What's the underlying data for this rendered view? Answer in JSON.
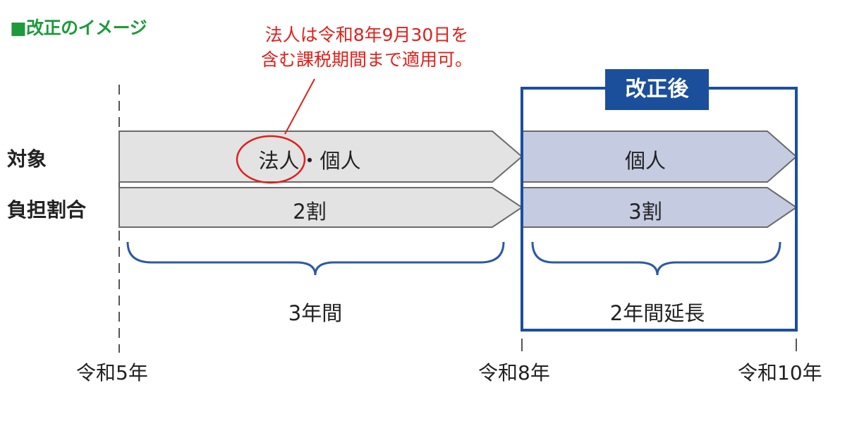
{
  "title": "■改正のイメージ",
  "callout": {
    "line1": "法人は令和8年9月30日を",
    "line2": "含む課税期間まで適用可。"
  },
  "after_label": "改正後",
  "rows": {
    "target_label": "対象",
    "ratio_label": "負担割合"
  },
  "bars": {
    "before_target_highlight": "法人",
    "before_target_rest": "・個人",
    "before_ratio": "2割",
    "after_target": "個人",
    "after_ratio": "3割"
  },
  "brackets": {
    "before": "3年間",
    "after": "2年間延長"
  },
  "axis": {
    "start": "令和5年",
    "middle": "令和8年",
    "end": "令和10年"
  },
  "colors": {
    "title_green": "#1e9a3c",
    "callout_red": "#e0201b",
    "after_blue": "#1b4f9c",
    "before_bar_fill": "#e3e3e3",
    "after_bar_fill": "#c5cbe0"
  }
}
